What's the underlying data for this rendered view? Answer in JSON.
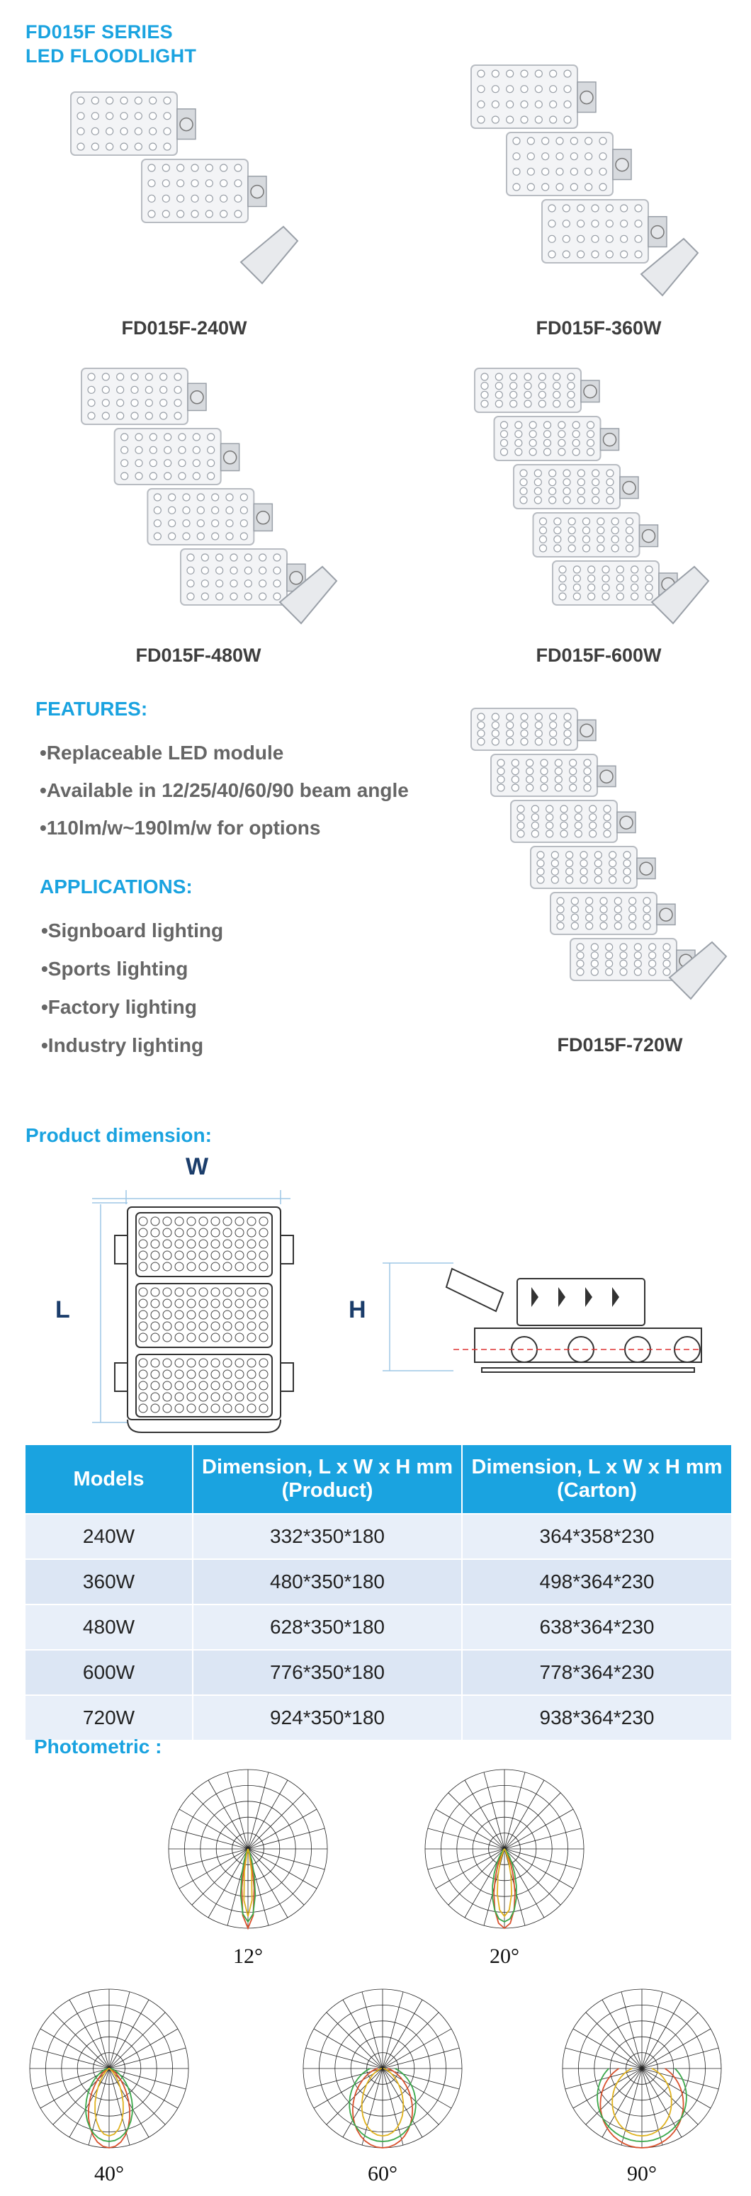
{
  "header": {
    "line1": "FD015F SERIES",
    "line2": "LED FLOODLIGHT"
  },
  "products": [
    {
      "caption": "FD015F-240W",
      "modules": 2
    },
    {
      "caption": "FD015F-360W",
      "modules": 3
    },
    {
      "caption": "FD015F-480W",
      "modules": 4
    },
    {
      "caption": "FD015F-600W",
      "modules": 5
    },
    {
      "caption": "FD015F-720W",
      "modules": 6
    }
  ],
  "features": {
    "heading": "FEATURES:",
    "items": [
      "•Replaceable LED module",
      "•Available in 12/25/40/60/90 beam angle",
      "•110lm/w~190lm/w for options"
    ]
  },
  "applications": {
    "heading": "APPLICATIONS:",
    "items": [
      "•Signboard lighting",
      "•Sports lighting",
      "•Factory lighting",
      "•Industry lighting"
    ]
  },
  "dimension": {
    "heading": "Product dimension:",
    "w_label": "W",
    "l_label": "L",
    "h_label": "H"
  },
  "table": {
    "headers": [
      "Models",
      "Dimension, L x W x H mm (Product)",
      "Dimension, L x W x H mm (Carton)"
    ],
    "rows": [
      [
        "240W",
        "332*350*180",
        "364*358*230"
      ],
      [
        "360W",
        "480*350*180",
        "498*364*230"
      ],
      [
        "480W",
        "628*350*180",
        "638*364*230"
      ],
      [
        "600W",
        "776*350*180",
        "778*364*230"
      ],
      [
        "720W",
        "924*350*180",
        "938*364*230"
      ]
    ]
  },
  "photometric": {
    "heading": "Photometric :",
    "charts": [
      {
        "label": "12°",
        "beam_half_angle": 6
      },
      {
        "label": "20°",
        "beam_half_angle": 10
      },
      {
        "label": "40°",
        "beam_half_angle": 20
      },
      {
        "label": "60°",
        "beam_half_angle": 30
      },
      {
        "label": "90°",
        "beam_half_angle": 45
      }
    ]
  },
  "colors": {
    "accent": "#1aa3e0",
    "caption": "#3e3e3e",
    "bullet": "#666666",
    "curve_red": "#d9512c",
    "curve_green": "#3aa84a",
    "curve_yellow": "#e0b21e"
  }
}
